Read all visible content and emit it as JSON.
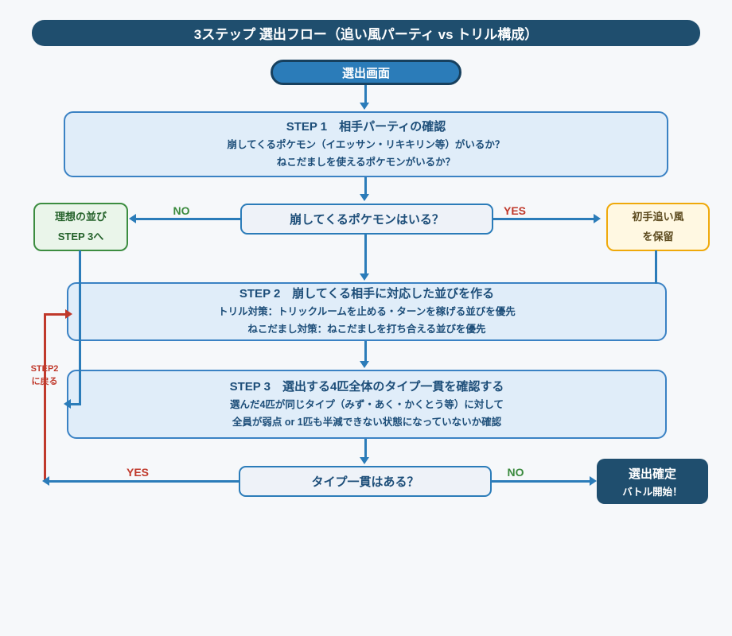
{
  "title_bar": "3ステップ 選出フロー（追い風パーティ vs トリル構成）",
  "nodes": {
    "start": {
      "label": "選出画面"
    },
    "step1": {
      "title": "STEP 1　相手パーティの確認",
      "line1": "崩してくるポケモン（イエッサン・リキキリン等）がいるか？",
      "line2": "ねこだましを使えるポケモンがいるか？"
    },
    "decision1": {
      "label": "崩してくるポケモンはいる？"
    },
    "ideal_lineup": {
      "line1": "理想の並び",
      "line2": "STEP 3へ"
    },
    "hold_tailwind": {
      "line1": "初手追い風",
      "line2": "を保留"
    },
    "step2": {
      "title": "STEP 2　崩してくる相手に対応した並びを作る",
      "line1": "トリル対策：トリックルームを止める・ターンを稼げる並びを優先",
      "line2": "ねこだまし対策：ねこだましを打ち合える並びを優先"
    },
    "step3": {
      "title": "STEP 3　選出する4匹全体のタイプ一貫を確認する",
      "line1": "選んだ4匹が同じタイプ（みず・あく・かくとう等）に対して",
      "line2": "全員が弱点 or 1匹も半減できない状態になっていないか確認"
    },
    "decision2": {
      "label": "タイプ一貫はある？"
    },
    "final": {
      "line1": "選出確定",
      "line2": "バトル開始！"
    }
  },
  "edge_labels": {
    "decision1_no": "NO",
    "decision1_yes": "YES",
    "decision2_yes": "YES",
    "decision2_no": "NO",
    "back_to_step2_line1": "STEP2",
    "back_to_step2_line2": "に戻る"
  },
  "colors": {
    "navy": "#1f4e6e",
    "arrow_blue": "#2b7cb9",
    "step_fill": "#e0edf9",
    "step_border": "#3a82c4",
    "decision_fill": "#eef2f8",
    "green_border": "#3c8d40",
    "green_fill": "#eaf5ea",
    "orange_border": "#efa90a",
    "orange_fill": "#fff8e2",
    "label_red": "#c0392b",
    "label_green": "#3a8a3d",
    "node_text": "#1d4e79",
    "background": "#f6f8fa"
  }
}
